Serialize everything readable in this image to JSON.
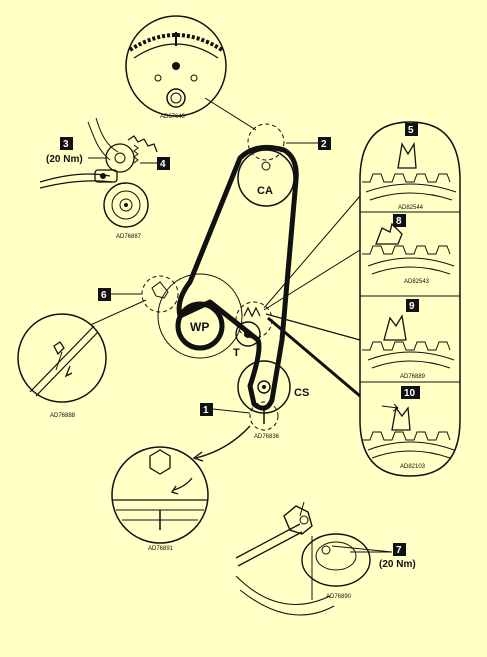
{
  "pulleys": {
    "camshaft": "CA",
    "water_pump": "WP",
    "tensioner": "T",
    "crankshaft": "CS"
  },
  "steps": {
    "s1": "1",
    "s2": "2",
    "s3": "3",
    "s4": "4",
    "s5": "5",
    "s6": "6",
    "s7": "7",
    "s8": "8",
    "s9": "9",
    "s10": "10"
  },
  "torques": {
    "tensioner_bolt": "(20 Nm)",
    "tensioner_pulley_bolt": "(20 Nm)"
  },
  "refs": {
    "cam_detail": "AD67649",
    "tensioner_detail": "AD76887",
    "pointer_detail": "AD76888",
    "crank_marks": "AD76836",
    "crank_detail": "AD76891",
    "tensioner_tool": "AD76890",
    "tooth_5": "AD82544",
    "tooth_8": "AD82543",
    "tooth_9": "AD76889",
    "tooth_10": "AD82103"
  },
  "colors": {
    "background": "#ffffc6",
    "ink": "#111111",
    "label_box": "#111111",
    "label_text": "#ffffff"
  }
}
